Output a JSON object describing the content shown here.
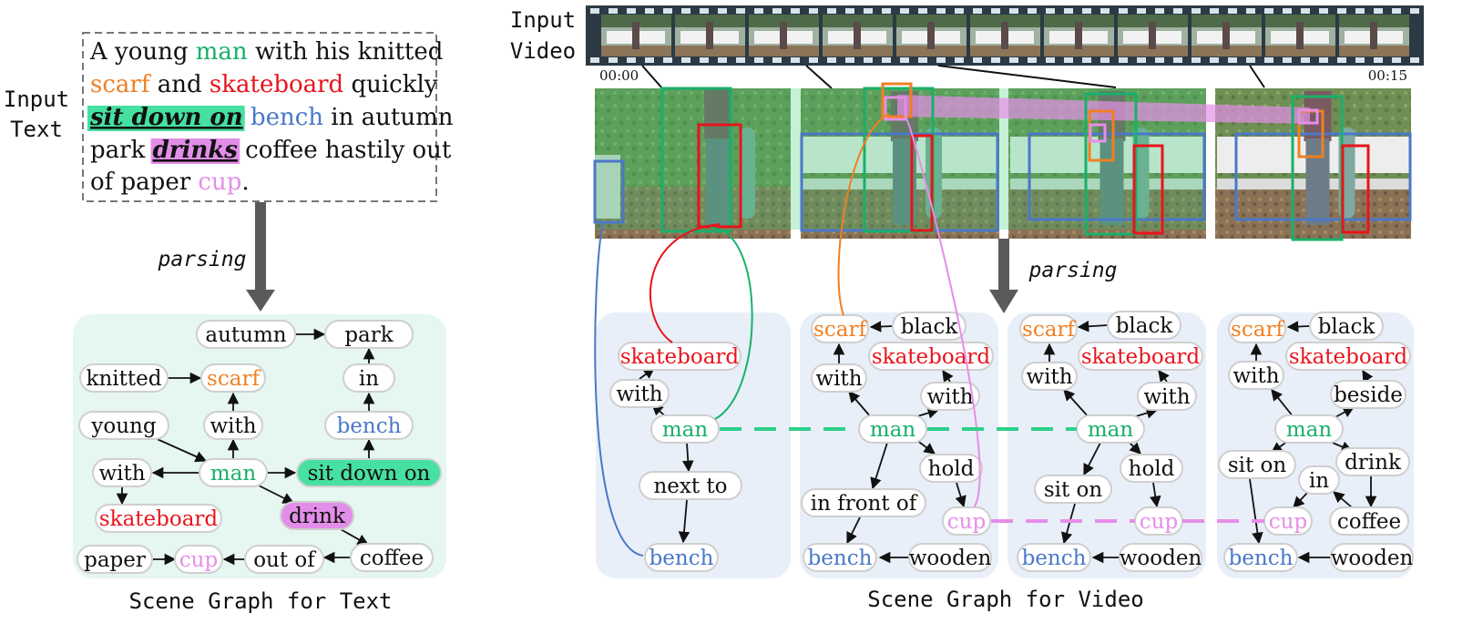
{
  "input_text": {
    "label_line1": "Input",
    "label_line2": "Text",
    "parts": [
      {
        "text": "A young ",
        "color": "#111111"
      },
      {
        "text": "man",
        "color": "#19b06a"
      },
      {
        "text": " with his knitted ",
        "color": "#111111"
      },
      {
        "text": "scarf",
        "color": "#f07f22"
      },
      {
        "text": " and ",
        "color": "#111111"
      },
      {
        "text": "skateboard",
        "color": "#e8141c"
      },
      {
        "text": " quickly ",
        "color": "#111111"
      },
      {
        "text": "sit down on",
        "color": "#111111",
        "style": "italic",
        "highlight": "#46e0a0"
      },
      {
        "text": " bench",
        "color": "#4a78c8"
      },
      {
        "text": " in autumn ",
        "color": "#111111"
      },
      {
        "text": "park ",
        "color": "#111111"
      },
      {
        "text": "drinks",
        "color": "#111111",
        "style": "italic",
        "highlight": "#e28ee8"
      },
      {
        "text": " coffee hastily out ",
        "color": "#111111"
      },
      {
        "text": "of paper ",
        "color": "#111111"
      },
      {
        "text": "cup",
        "color": "#e58ee8"
      },
      {
        "text": ".",
        "color": "#111111"
      }
    ],
    "lines": [
      [
        "A young ",
        "man",
        " with his knitted"
      ],
      [
        "scarf",
        " and ",
        "skateboard",
        " quickly"
      ],
      [
        "sit down on",
        " bench",
        " in autumn"
      ],
      [
        "park ",
        "drinks",
        " coffee hastily out"
      ],
      [
        "of paper ",
        "cup",
        "."
      ]
    ]
  },
  "parsing_label": "parsing",
  "text_graph": {
    "caption": "Scene Graph for Text",
    "nodes": {
      "autumn": {
        "label": "autumn",
        "color": "#111111"
      },
      "park": {
        "label": "park",
        "color": "#111111"
      },
      "knitted": {
        "label": "knitted",
        "color": "#111111"
      },
      "scarf": {
        "label": "scarf",
        "color": "#f07f22"
      },
      "in": {
        "label": "in",
        "color": "#111111"
      },
      "young": {
        "label": "young",
        "color": "#111111"
      },
      "with1": {
        "label": "with",
        "color": "#111111"
      },
      "bench": {
        "label": "bench",
        "color": "#4a78c8"
      },
      "with2": {
        "label": "with",
        "color": "#111111"
      },
      "man": {
        "label": "man",
        "color": "#19b06a"
      },
      "sitdownon": {
        "label": "sit down on",
        "color": "#111111",
        "fill": "#46e0a0"
      },
      "skateboard": {
        "label": "skateboard",
        "color": "#e8141c"
      },
      "drink": {
        "label": "drink",
        "color": "#111111",
        "fill": "#e28ee8"
      },
      "paper": {
        "label": "paper",
        "color": "#111111"
      },
      "cup": {
        "label": "cup",
        "color": "#e58ee8"
      },
      "outof": {
        "label": "out of",
        "color": "#111111"
      },
      "coffee": {
        "label": "coffee",
        "color": "#111111"
      }
    }
  },
  "video": {
    "label_line1": "Input",
    "label_line2": "Video",
    "time_start": "00:00",
    "time_end": "00:15",
    "caption": "Scene Graph for Video",
    "parsing_label": "parsing",
    "graph1": {
      "skateboard": {
        "label": "skateboard",
        "color": "#e8141c"
      },
      "with": {
        "label": "with",
        "color": "#111111"
      },
      "man": {
        "label": "man",
        "color": "#19b06a"
      },
      "nextto": {
        "label": "next to",
        "color": "#111111"
      },
      "bench": {
        "label": "bench",
        "color": "#4a78c8"
      }
    },
    "graph2": {
      "scarf": {
        "label": "scarf",
        "color": "#f07f22"
      },
      "black": {
        "label": "black",
        "color": "#111111"
      },
      "skateboard": {
        "label": "skateboard",
        "color": "#e8141c"
      },
      "with1": {
        "label": "with",
        "color": "#111111"
      },
      "with2": {
        "label": "with",
        "color": "#111111"
      },
      "man": {
        "label": "man",
        "color": "#19b06a"
      },
      "hold": {
        "label": "hold",
        "color": "#111111"
      },
      "infrontof": {
        "label": "in front of",
        "color": "#111111"
      },
      "cup": {
        "label": "cup",
        "color": "#e58ee8"
      },
      "bench": {
        "label": "bench",
        "color": "#4a78c8"
      },
      "wooden": {
        "label": "wooden",
        "color": "#111111"
      }
    },
    "graph3": {
      "scarf": {
        "label": "scarf",
        "color": "#f07f22"
      },
      "black": {
        "label": "black",
        "color": "#111111"
      },
      "skateboard": {
        "label": "skateboard",
        "color": "#e8141c"
      },
      "with1": {
        "label": "with",
        "color": "#111111"
      },
      "with2": {
        "label": "with",
        "color": "#111111"
      },
      "man": {
        "label": "man",
        "color": "#19b06a"
      },
      "hold": {
        "label": "hold",
        "color": "#111111"
      },
      "siton": {
        "label": "sit on",
        "color": "#111111"
      },
      "cup": {
        "label": "cup",
        "color": "#e58ee8"
      },
      "bench": {
        "label": "bench",
        "color": "#4a78c8"
      },
      "wooden": {
        "label": "wooden",
        "color": "#111111"
      }
    },
    "graph4": {
      "scarf": {
        "label": "scarf",
        "color": "#f07f22"
      },
      "black": {
        "label": "black",
        "color": "#111111"
      },
      "skateboard": {
        "label": "skateboard",
        "color": "#e8141c"
      },
      "with": {
        "label": "with",
        "color": "#111111"
      },
      "beside": {
        "label": "beside",
        "color": "#111111"
      },
      "man": {
        "label": "man",
        "color": "#19b06a"
      },
      "siton": {
        "label": "sit on",
        "color": "#111111"
      },
      "drink": {
        "label": "drink",
        "color": "#111111"
      },
      "in": {
        "label": "in",
        "color": "#111111"
      },
      "cup": {
        "label": "cup",
        "color": "#e58ee8"
      },
      "coffee": {
        "label": "coffee",
        "color": "#111111"
      },
      "bench": {
        "label": "bench",
        "color": "#4a78c8"
      },
      "wooden": {
        "label": "wooden",
        "color": "#111111"
      }
    }
  },
  "colors": {
    "man": "#19b06a",
    "scarf": "#f07f22",
    "skateboard": "#e8141c",
    "bench": "#4a78c8",
    "cup": "#e58ee8",
    "graph_bg_text": "#e6f6f1",
    "graph_bg_video": "#e8eff9",
    "node_fill": "#ffffff",
    "node_stroke": "#cfcfcf"
  }
}
